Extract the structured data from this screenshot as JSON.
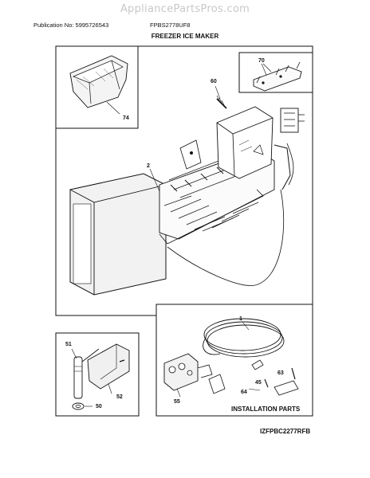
{
  "header": {
    "watermark": "AppliancePartsPros.com",
    "publication": "Publication No: 5995726543",
    "model": "FPBS2778UF8",
    "title": "FREEZER ICE MAKER"
  },
  "footer": {
    "figure_code": "IZFPBC2277RFB"
  },
  "callouts": {
    "p74": "74",
    "p60": "60",
    "p70": "70",
    "p2": "2",
    "p1": "1",
    "p51": "51",
    "p52": "52",
    "p50": "50",
    "p55": "55",
    "p45": "45",
    "p63": "63",
    "p64": "64"
  },
  "installation_parts_label": "INSTALLATION PARTS"
}
